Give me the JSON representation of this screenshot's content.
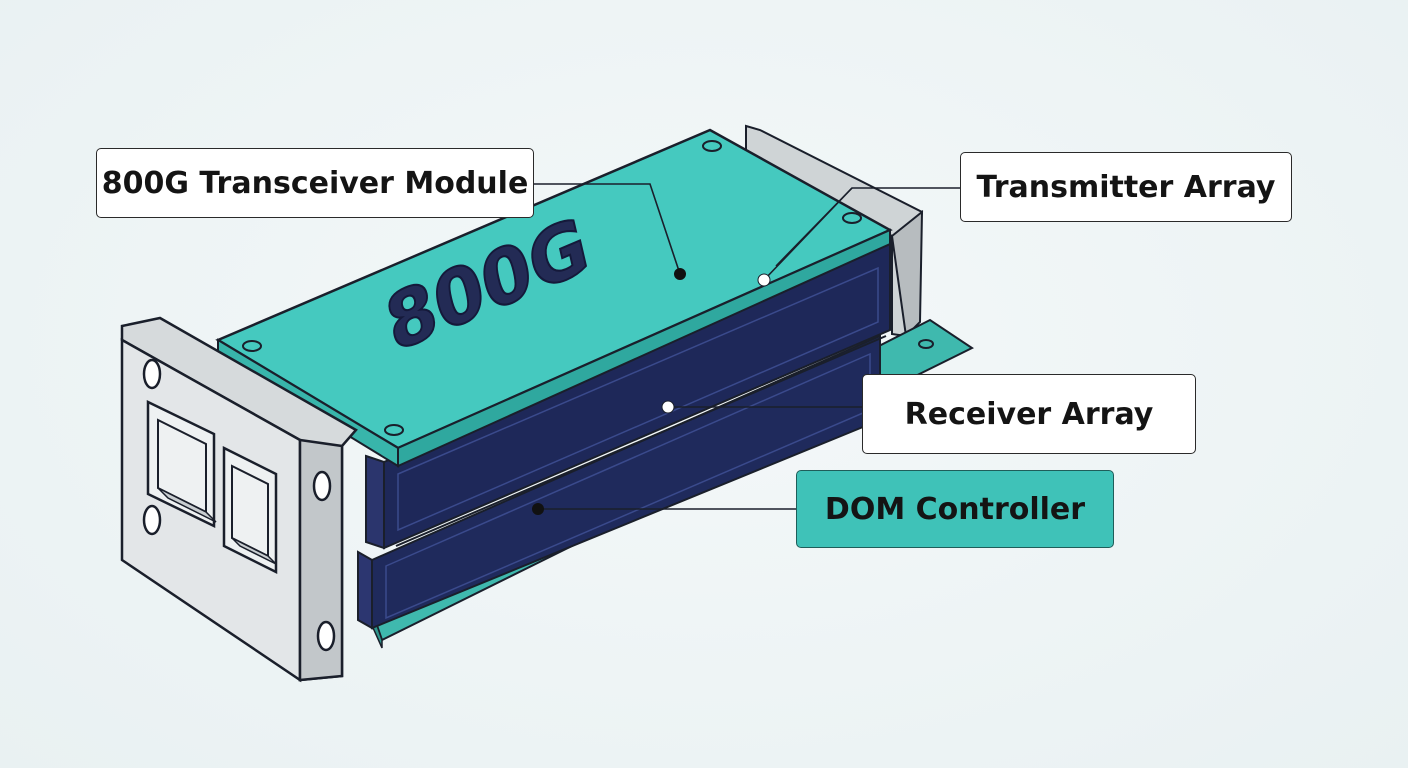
{
  "diagram": {
    "top_marking": "800G",
    "labels": {
      "module": "800G Transceiver Module",
      "transmitter": "Transmitter Array",
      "receiver": "Receiver Array",
      "dom": "DOM Controller"
    },
    "colors": {
      "shell_teal": "#43c7bd",
      "body_navy": "#20285a",
      "bracket_gray": "#d4d8da",
      "outline": "#1a1f2b",
      "dom_callout": "#3fc2b8"
    }
  }
}
